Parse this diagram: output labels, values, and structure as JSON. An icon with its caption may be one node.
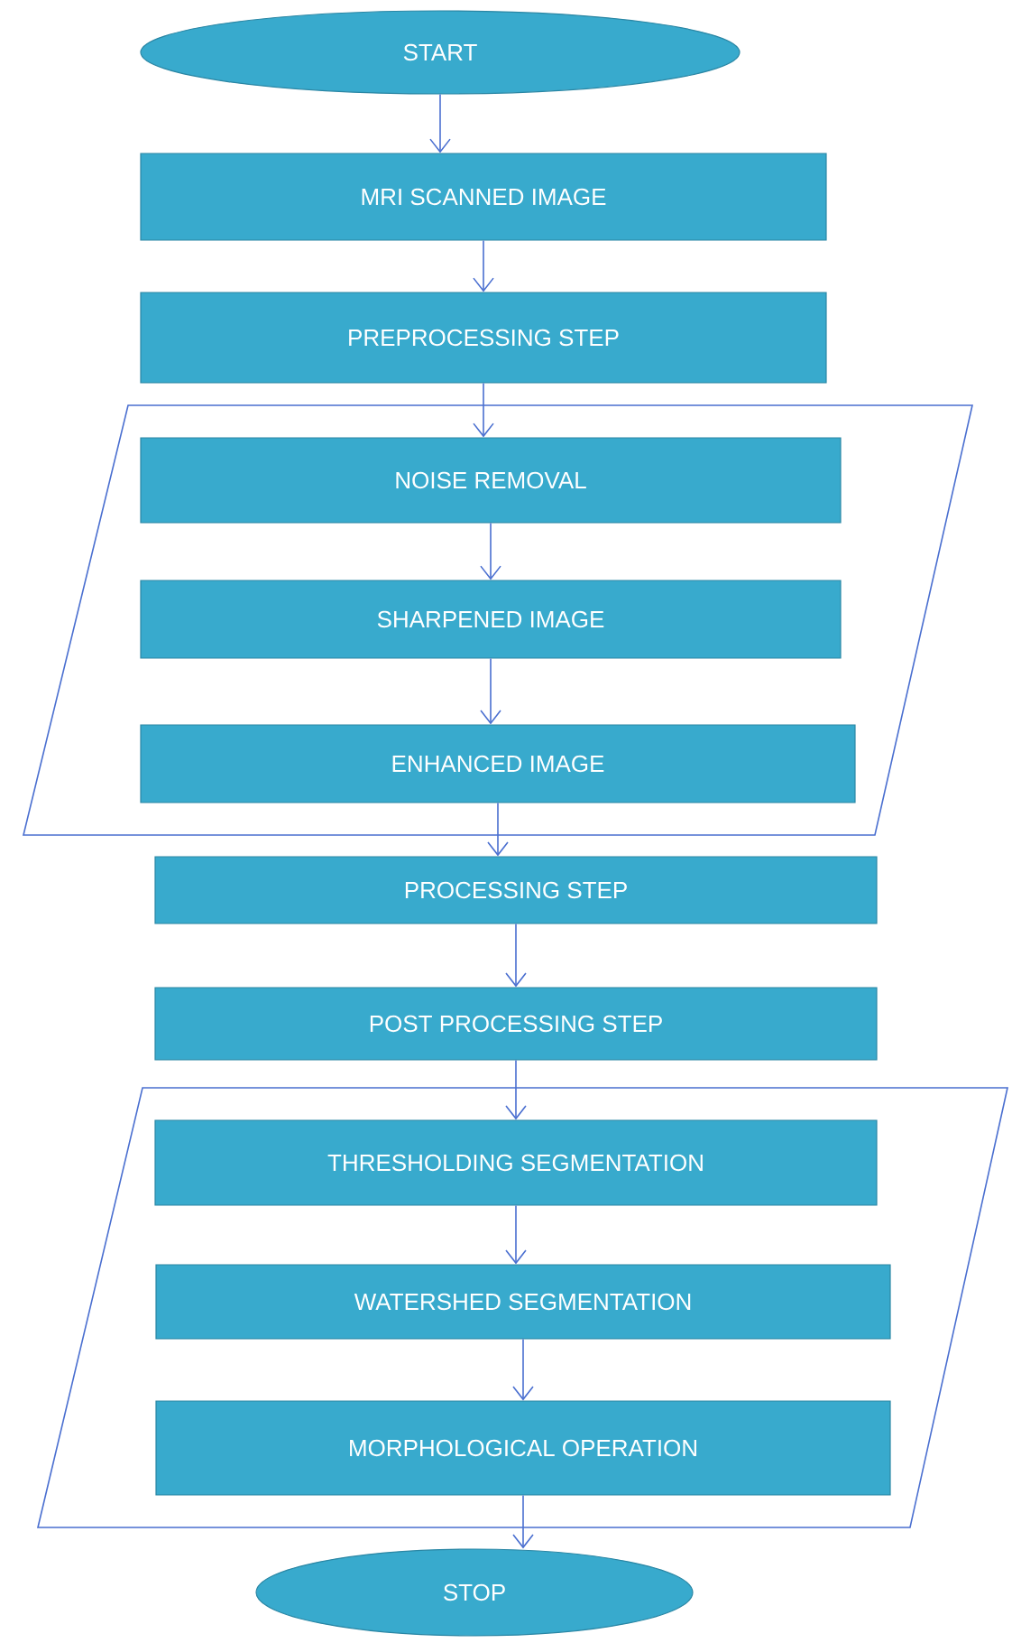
{
  "diagram": {
    "nodes": [
      {
        "text": [
          "START"
        ]
      },
      {
        "text": [
          "MRI SCANNED IMAGE"
        ]
      },
      {
        "text": [
          "PREPROCESSING STEP"
        ]
      },
      {
        "text": [],
        "shape": "parallelogram"
      },
      {
        "text": [
          "NOISE REMOVAL"
        ],
        "in": 3
      },
      {
        "text": [
          "SHARPENED IMAGE"
        ],
        "in": 3
      },
      {
        "text": [
          "ENHANCED IMAGE"
        ],
        "in": 3
      },
      {
        "text": [
          "PROCESSING STEP"
        ]
      },
      {
        "text": [
          "POST PROCESSING STEP"
        ]
      },
      {
        "text": [],
        "shape": "parallelogram"
      },
      {
        "text": [
          "THRESHOLDING SEGMENTATION"
        ],
        "in": 9
      },
      {
        "text": [
          "WATERSHED SEGMENTATION"
        ],
        "in": 9
      },
      {
        "text": [
          "MORPHOLOGICAL OPERATION"
        ],
        "in": 9
      },
      {
        "text": [
          "STOP"
        ]
      }
    ],
    "edges": [
      {
        "from": 0,
        "to": 1,
        "arrow": "to"
      },
      {
        "from": 1,
        "to": 2,
        "arrow": "to"
      },
      {
        "from": 2,
        "to": 4,
        "arrow": "to"
      },
      {
        "from": 4,
        "to": 5,
        "arrow": "to"
      },
      {
        "from": 5,
        "to": 6,
        "arrow": "to"
      },
      {
        "from": 6,
        "to": 7,
        "arrow": "to"
      },
      {
        "from": 7,
        "to": 8,
        "arrow": "to"
      },
      {
        "from": 8,
        "to": 10,
        "arrow": "to"
      },
      {
        "from": 10,
        "to": 11,
        "arrow": "to"
      },
      {
        "from": 11,
        "to": 12,
        "arrow": "to"
      },
      {
        "from": 12,
        "to": 13,
        "arrow": "to"
      }
    ]
  }
}
